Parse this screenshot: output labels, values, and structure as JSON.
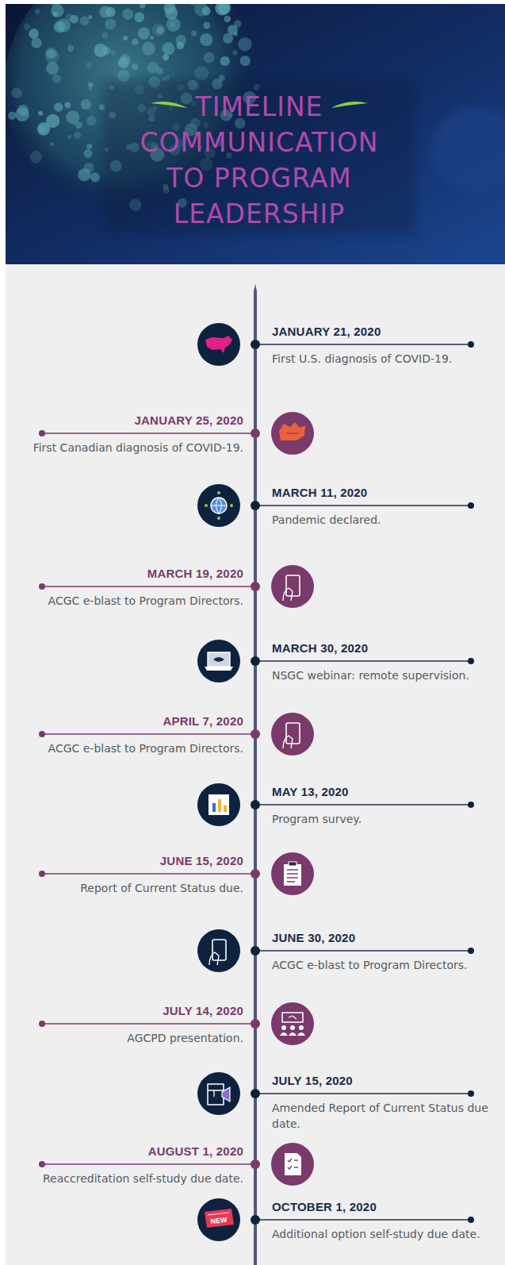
{
  "diagram": {
    "title": "TIMELINE COMMUNICATION TO PROGRAM LEADERSHIP",
    "nodes": [
      {
        "text": [
          "JANUARY 21, 2020",
          "First U.S. diagnosis of COVID-19."
        ]
      },
      {
        "text": [
          "JANUARY 25, 2020",
          "First Canadian diagnosis of COVID-19."
        ]
      },
      {
        "text": [
          "MARCH 11, 2020",
          "Pandemic declared."
        ]
      },
      {
        "text": [
          "MARCH 19, 2020",
          "ACGC e-blast to Program Directors."
        ]
      },
      {
        "text": [
          "MARCH 30, 2020",
          "NSGC webinar: remote supervision."
        ]
      },
      {
        "text": [
          "APRIL 7, 2020",
          "ACGC e-blast to Program Directors."
        ]
      },
      {
        "text": [
          "MAY 13, 2020",
          "Program survey."
        ]
      },
      {
        "text": [
          "JUNE 15, 2020",
          "Report of Current Status due."
        ]
      },
      {
        "text": [
          "JUNE 30, 2020",
          "ACGC e-blast to Program Directors."
        ]
      },
      {
        "text": [
          "JULY 14, 2020",
          "AGCPD presentation."
        ]
      },
      {
        "text": [
          "JULY 15, 2020",
          "Amended Report of Current Status due date."
        ]
      },
      {
        "text": [
          "AUGUST 1, 2020",
          "Reaccreditation self-study due date."
        ]
      },
      {
        "text": [
          "OCTOBER 1, 2020",
          "Additional option self-study due date."
        ]
      }
    ],
    "labels": [
      "NEW"
    ]
  }
}
